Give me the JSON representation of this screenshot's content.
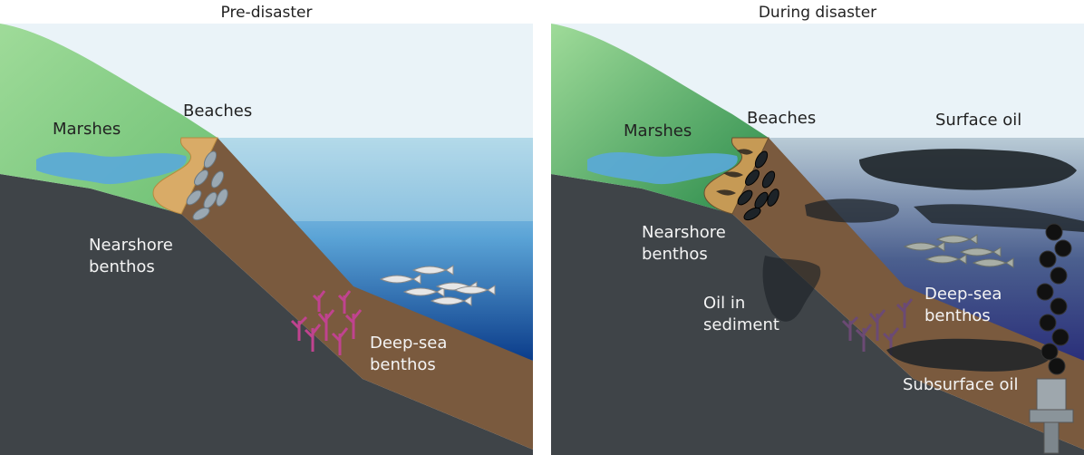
{
  "panels": [
    {
      "title": "Pre-disaster",
      "labels": {
        "marshes": "Marshes",
        "beaches": "Beaches",
        "nearshore_1": "Nearshore",
        "nearshore_2": "benthos",
        "deepsea_1": "Deep-sea",
        "deepsea_2": "benthos"
      }
    },
    {
      "title": "During disaster",
      "labels": {
        "marshes": "Marshes",
        "beaches": "Beaches",
        "surface_oil": "Surface oil",
        "nearshore_1": "Nearshore",
        "nearshore_2": "benthos",
        "oil_sediment_1": "Oil in",
        "oil_sediment_2": "sediment",
        "deepsea_1": "Deep-sea",
        "deepsea_2": "benthos",
        "subsurface_oil": "Subsurface oil"
      }
    }
  ],
  "colors": {
    "sky": "#eaf3f8",
    "grass": "#86cc86",
    "sand": "#d9ab67",
    "soil": "#7a5a3e",
    "bedrock": "#3f4448",
    "water_top": "#a6d3e4",
    "water_deep": "#0e3d86",
    "marsh_water": "#5aa9d9",
    "coral": "#c0438f",
    "oil": "#1d2328"
  }
}
